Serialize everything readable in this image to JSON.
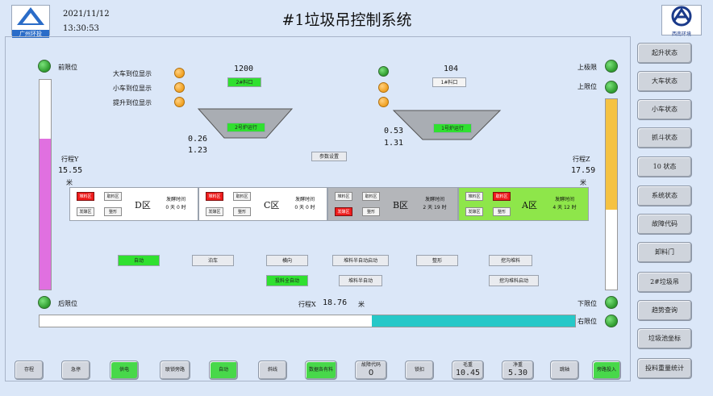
{
  "header": {
    "title": "#1垃圾吊控制系统",
    "date": "2021/11/12",
    "time": "13:30:53",
    "left_logo_text": "广州环投",
    "right_logo_text": "西南环境"
  },
  "limits": {
    "front": "前限位",
    "rear": "后限位",
    "upper_ultimate": "上极限",
    "upper": "上限位",
    "lower": "下限位",
    "right": "右限位"
  },
  "indicators": {
    "cart": "大车到位显示",
    "trolley": "小车到位显示",
    "hoist": "提升到位显示"
  },
  "hopper1": {
    "count": "1200",
    "door": "2#料口",
    "furnace": "2号炉运行",
    "v1": "0.26",
    "v2": "1.23"
  },
  "hopper2": {
    "count": "104",
    "door": "1#料口",
    "furnace": "1号炉运行",
    "v1": "0.53",
    "v2": "1.31"
  },
  "set_button": "参数设置",
  "travel_y": {
    "label": "行程Y",
    "value": "15.55",
    "unit": "米",
    "fill": 0.72
  },
  "travel_z": {
    "label": "行程Z",
    "value": "17.59",
    "unit": "米",
    "fill": 0.58
  },
  "travel_x": {
    "label": "行程X",
    "value": "18.76",
    "unit": "米",
    "fill": 0.62
  },
  "zones": [
    {
      "name": "D区",
      "chips": [
        "堆料区",
        "取料区",
        "发酵区",
        "整形"
      ],
      "ferm_label": "发酵时间",
      "ferm_value": "0 天  0 时"
    },
    {
      "name": "C区",
      "chips": [
        "堆料区",
        "取料区",
        "发酵区",
        "整形"
      ],
      "ferm_label": "发酵时间",
      "ferm_value": "0 天  0 时"
    },
    {
      "name": "B区",
      "chips": [
        "堆料区",
        "取料区",
        "发酵区",
        "整形"
      ],
      "ferm_label": "发酵时间",
      "ferm_value": "2 天  19 时"
    },
    {
      "name": "A区",
      "chips": [
        "堆料区",
        "取料区",
        "发酵区",
        "整形"
      ],
      "ferm_label": "发酵时间",
      "ferm_value": "4 天  12 时"
    }
  ],
  "controls": {
    "auto": "自动",
    "park": "泊车",
    "lateral": "横向",
    "stack_semi_start": "堆料半自动启动",
    "shape": "整形",
    "pit_stack": "挖沟堆料",
    "feed_full_auto": "投料全自动",
    "stack_semi": "堆料半自动",
    "pit_stack_start": "挖沟堆料启动"
  },
  "right_menu": [
    "起升状态",
    "大车状态",
    "小车状态",
    "抓斗状态",
    "10 状态",
    "系统状态",
    "故障代码",
    "卸料门",
    "2#垃圾吊",
    "趋势查询",
    "垃圾池坐标",
    "投料重量统计"
  ],
  "bottom": {
    "b1": "存程",
    "b2": "急停",
    "b3": "供电",
    "b4": "联锁旁路",
    "b5": "自动",
    "b6": "斜线",
    "b7": "数据各有料",
    "b8_label": "故障代码",
    "b8_value": "0",
    "b9": "锁扣",
    "b10_label": "毛重",
    "b10_value": "10.45",
    "b11_label": "净重",
    "b11_value": "5.30",
    "b12": "跳轴",
    "b13": "旁路投入"
  },
  "colors": {
    "active_green": "#30e030",
    "alarm_red": "#ee1c1c",
    "bar_pink": "#e070e0",
    "bar_yellow": "#f5c242",
    "bar_teal": "#26c8c8"
  }
}
